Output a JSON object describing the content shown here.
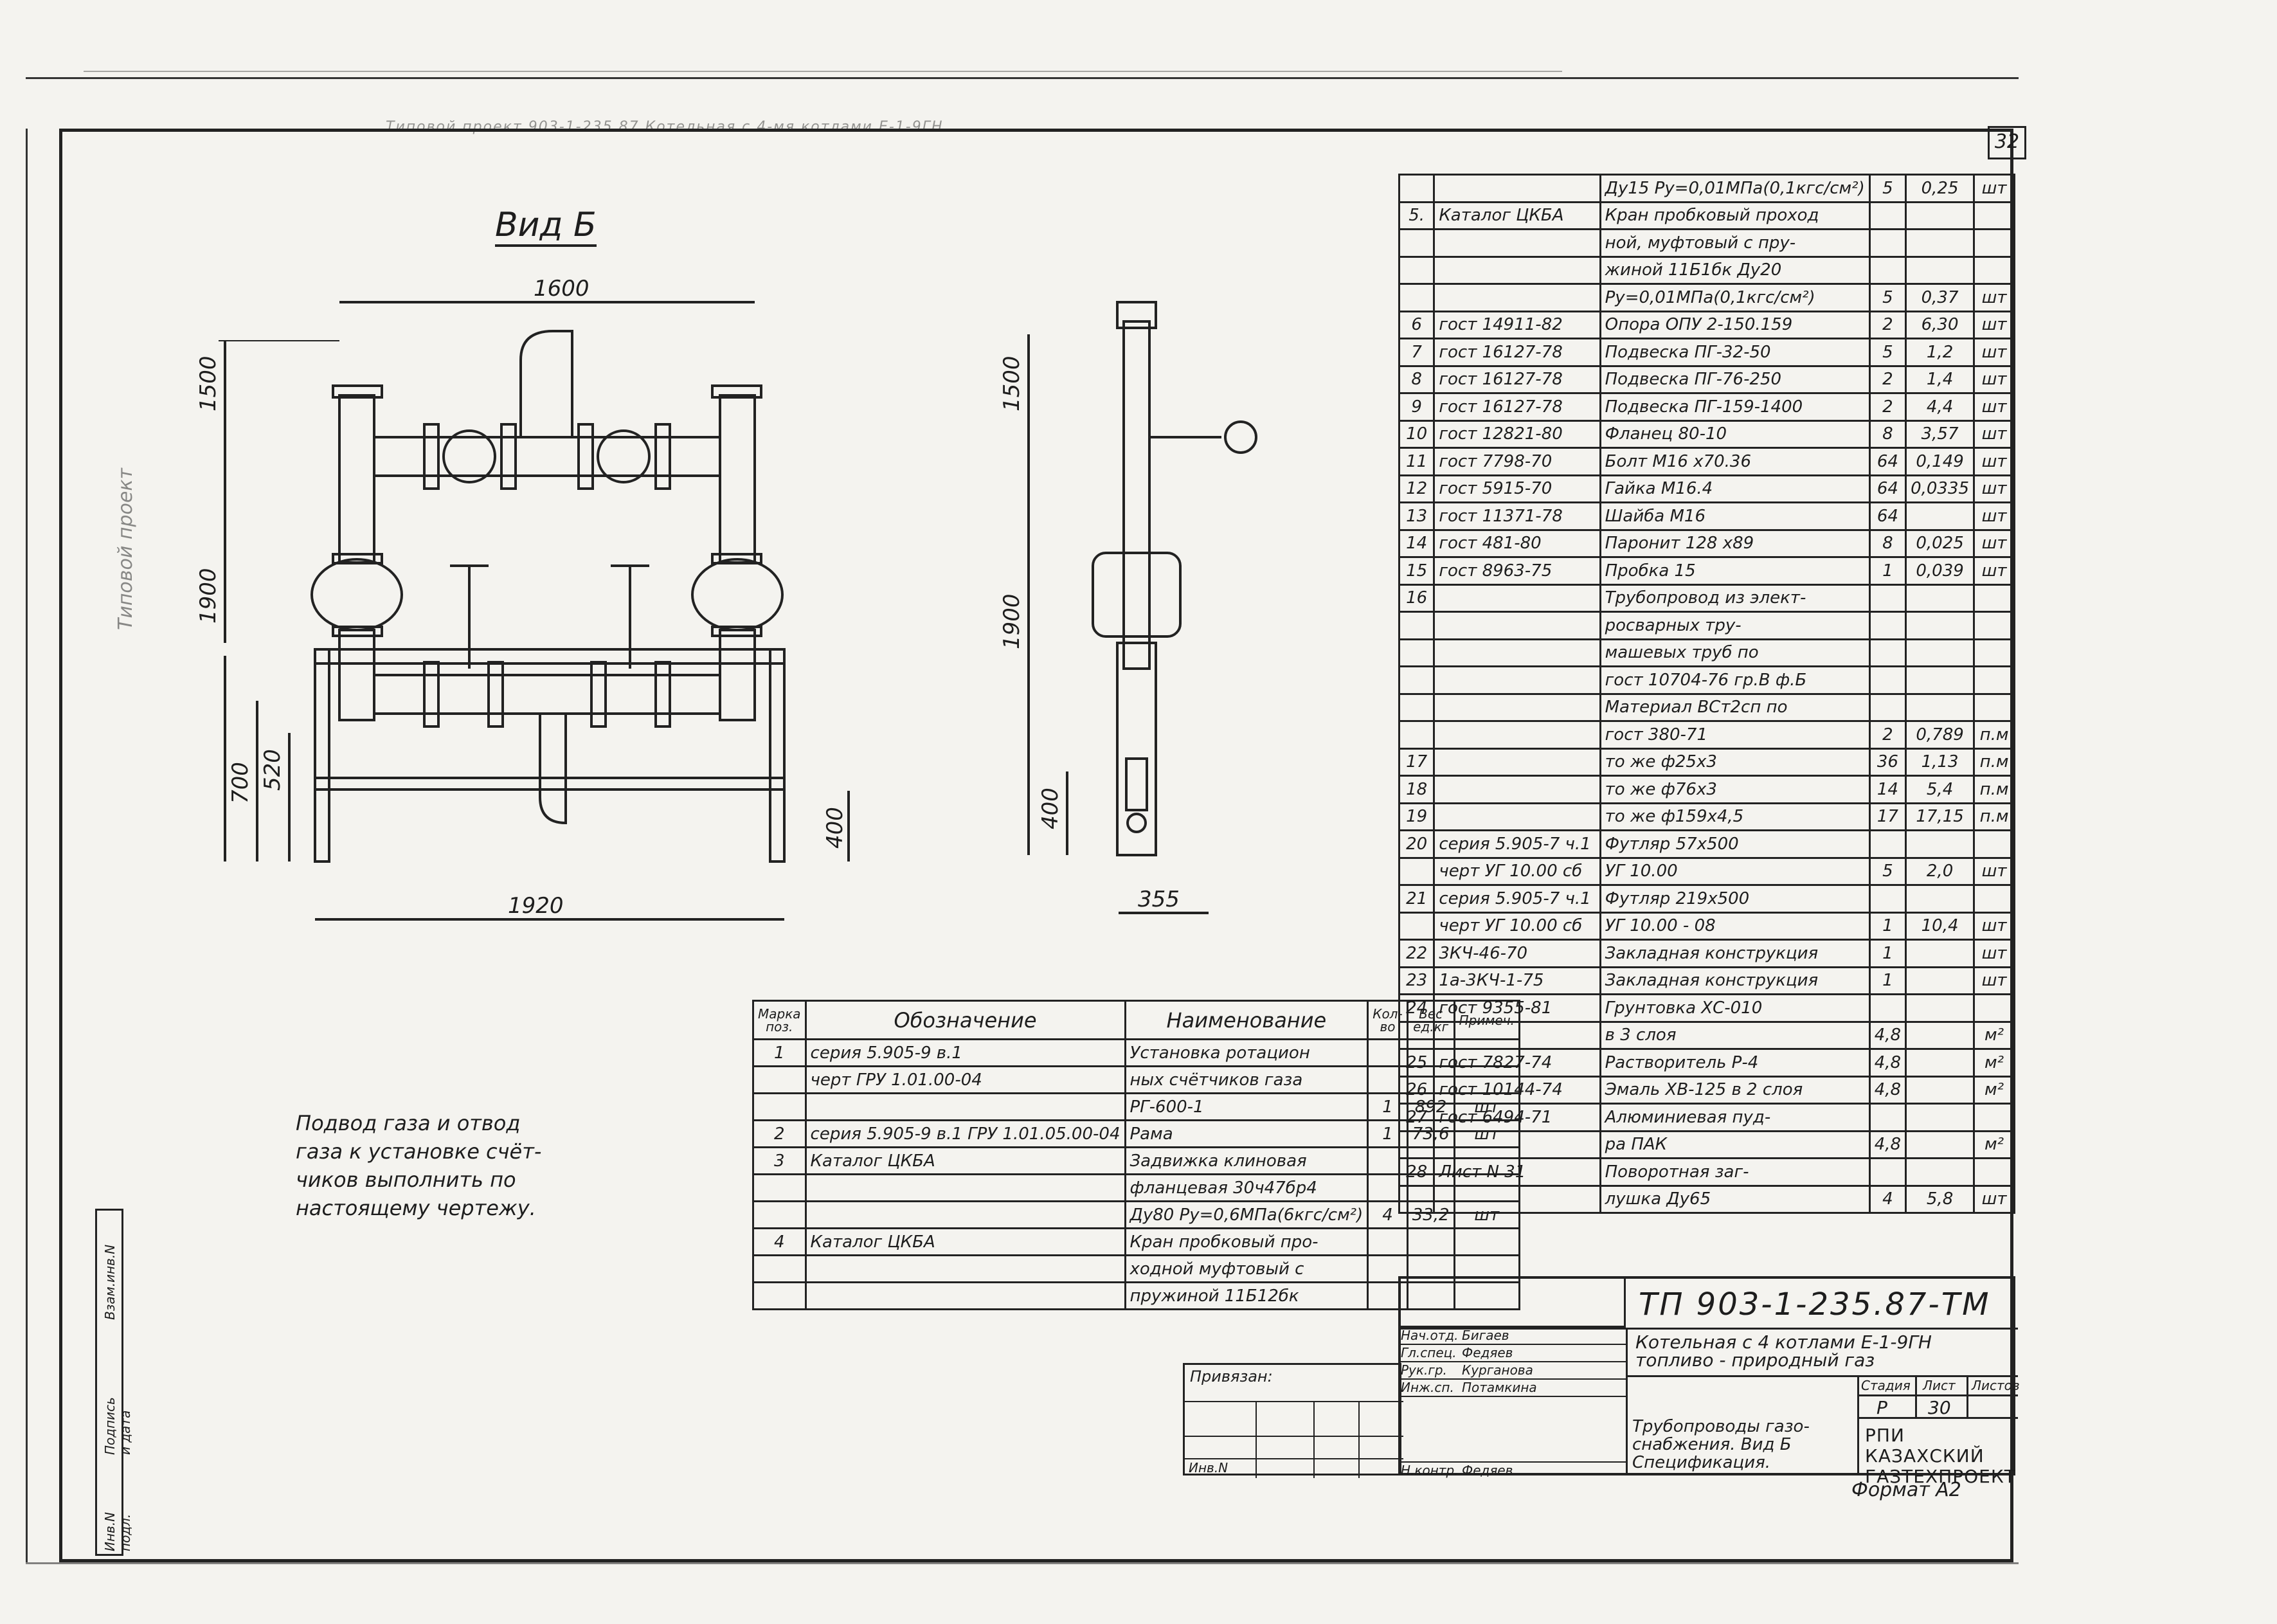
{
  "sheet_number": "32",
  "top_header": "Типовой проект 903-1-235.87 Котельная с 4-мя котлами Е-1-9ГН",
  "view_title": "Вид Б",
  "side_text": "Типовой проект",
  "dimensions": {
    "width_top": "1600",
    "height_upper": "1500",
    "height_main": "1900",
    "leg_700": "700",
    "leg_520": "520",
    "leg_400": "400",
    "width_bottom": "1920",
    "side_height_1500": "1500",
    "side_height_1900": "1900",
    "side_400": "400",
    "side_width": "355"
  },
  "note_text": [
    "Подвод газа и отвод",
    "газа к установке счёт-",
    "чиков выполнить по",
    "настоящему чертежу."
  ],
  "left_table": {
    "headers": [
      "Марка поз.",
      "Обозначение",
      "Наименование",
      "Кол-во",
      "Вес ед.кг",
      "Примеч."
    ],
    "rows": [
      [
        "1",
        "серия 5.905-9 в.1",
        "Установка ротацион",
        "",
        "",
        ""
      ],
      [
        "",
        "черт ГРУ 1.01.00-04",
        "ных счётчиков газа",
        "",
        "",
        ""
      ],
      [
        "",
        "",
        "РГ-600-1",
        "1",
        "892",
        "шт"
      ],
      [
        "2",
        "серия 5.905-9 в.1 ГРУ 1.01.05.00-04",
        "Рама",
        "1",
        "73,6",
        "шт"
      ],
      [
        "3",
        "Каталог ЦКБА",
        "Задвижка клиновая",
        "",
        "",
        ""
      ],
      [
        "",
        "",
        "фланцевая 30ч47бр4",
        "",
        "",
        ""
      ],
      [
        "",
        "",
        "Ду80 Ру=0,6МПа(6кгс/см²)",
        "4",
        "33,2",
        "шт"
      ],
      [
        "4",
        "Каталог ЦКБА",
        "Кран пробковый про-",
        "",
        "",
        ""
      ],
      [
        "",
        "",
        "ходной муфтовый с",
        "",
        "",
        ""
      ],
      [
        "",
        "",
        "пружиной 11Б12бк",
        "",
        "",
        ""
      ]
    ]
  },
  "right_table": {
    "rows": [
      [
        "",
        "",
        "Ду15 Ру=0,01МПа(0,1кгс/см²)",
        "5",
        "0,25",
        "шт"
      ],
      [
        "5.",
        "Каталог ЦКБА",
        "Кран пробковый проход",
        "",
        "",
        ""
      ],
      [
        "",
        "",
        "ной, муфтовый с пру-",
        "",
        "",
        ""
      ],
      [
        "",
        "",
        "жиной 11Б1бк Ду20",
        "",
        "",
        ""
      ],
      [
        "",
        "",
        "Ру=0,01МПа(0,1кгс/см²)",
        "5",
        "0,37",
        "шт"
      ],
      [
        "6",
        "гост 14911-82",
        "Опора ОПУ 2-150.159",
        "2",
        "6,30",
        "шт"
      ],
      [
        "7",
        "гост 16127-78",
        "Подвеска ПГ-32-50",
        "5",
        "1,2",
        "шт"
      ],
      [
        "8",
        "гост 16127-78",
        "Подвеска ПГ-76-250",
        "2",
        "1,4",
        "шт"
      ],
      [
        "9",
        "гост 16127-78",
        "Подвеска ПГ-159-1400",
        "2",
        "4,4",
        "шт"
      ],
      [
        "10",
        "гост 12821-80",
        "Фланец 80-10",
        "8",
        "3,57",
        "шт"
      ],
      [
        "11",
        "гост 7798-70",
        "Болт М16 х70.36",
        "64",
        "0,149",
        "шт"
      ],
      [
        "12",
        "гост 5915-70",
        "Гайка М16.4",
        "64",
        "0,0335",
        "шт"
      ],
      [
        "13",
        "гост 11371-78",
        "Шайба М16",
        "64",
        "",
        "шт"
      ],
      [
        "14",
        "гост 481-80",
        "Паронит 128 х89",
        "8",
        "0,025",
        "шт"
      ],
      [
        "15",
        "гост 8963-75",
        "Пробка 15",
        "1",
        "0,039",
        "шт"
      ],
      [
        "16",
        "",
        "Трубопровод из элект-",
        "",
        "",
        ""
      ],
      [
        "",
        "",
        "росварных тру-",
        "",
        "",
        ""
      ],
      [
        "",
        "",
        "машевых труб по",
        "",
        "",
        ""
      ],
      [
        "",
        "",
        "гост 10704-76 гр.В ф.Б",
        "",
        "",
        ""
      ],
      [
        "",
        "",
        "Материал ВСт2сп по",
        "",
        "",
        ""
      ],
      [
        "",
        "",
        "гост 380-71",
        "2",
        "0,789",
        "п.м"
      ],
      [
        "17",
        "",
        "то же ф25х3",
        "36",
        "1,13",
        "п.м"
      ],
      [
        "18",
        "",
        "то же ф76х3",
        "14",
        "5,4",
        "п.м"
      ],
      [
        "19",
        "",
        "то же ф159х4,5",
        "17",
        "17,15",
        "п.м"
      ],
      [
        "20",
        "серия 5.905-7 ч.1",
        "Футляр 57х500",
        "",
        "",
        ""
      ],
      [
        "",
        "черт УГ 10.00 сб",
        "УГ 10.00",
        "5",
        "2,0",
        "шт"
      ],
      [
        "21",
        "серия 5.905-7 ч.1",
        "Футляр 219х500",
        "",
        "",
        ""
      ],
      [
        "",
        "черт УГ 10.00 сб",
        "УГ 10.00 - 08",
        "1",
        "10,4",
        "шт"
      ],
      [
        "22",
        "3КЧ-46-70",
        "Закладная конструкция",
        "1",
        "",
        "шт"
      ],
      [
        "23",
        "1а-3КЧ-1-75",
        "Закладная конструкция",
        "1",
        "",
        "шт"
      ],
      [
        "24",
        "гост 9355-81",
        "Грунтовка ХС-010",
        "",
        "",
        ""
      ],
      [
        "",
        "",
        "в 3 слоя",
        "4,8",
        "",
        "м²"
      ],
      [
        "25",
        "гост 7827-74",
        "Растворитель Р-4",
        "4,8",
        "",
        "м²"
      ],
      [
        "26",
        "гост 10144-74",
        "Эмаль ХВ-125 в 2 слоя",
        "4,8",
        "",
        "м²"
      ],
      [
        "27",
        "гост 6494-71",
        "Алюминиевая пуд-",
        "",
        "",
        ""
      ],
      [
        "",
        "",
        "ра ПАК",
        "4,8",
        "",
        "м²"
      ],
      [
        "28",
        "Лист N 31",
        "Поворотная заг-",
        "",
        "",
        ""
      ],
      [
        "",
        "",
        "лушка Ду65",
        "4",
        "5,8",
        "шт"
      ]
    ]
  },
  "stamp": {
    "doc_code": "ТП 903-1-235.87-ТМ",
    "object_line1": "Котельная с 4 котлами Е-1-9ГН",
    "object_line2": "топливо - природный газ",
    "title_line1": "Трубопроводы газо-",
    "title_line2": "снабжения. Вид Б",
    "title_line3": "Спецификация.",
    "org_line1": "РПИ КАЗАХСКИЙ",
    "org_line2": "ГАЗТЕХПРОЕКТ",
    "format": "Формат А2",
    "stage_label": "Стадия",
    "sheet_label": "Лист",
    "sheets_label": "Листов",
    "stage": "Р",
    "sheet": "30",
    "binding_label": "Привязан:",
    "inv_label": "Инв.N",
    "signers": [
      [
        "Нач.отд.",
        "Бигаев"
      ],
      [
        "Гл.спец.",
        "Федяев"
      ],
      [
        "Рук.гр.",
        "Курганова"
      ],
      [
        "Инж.сп.",
        "Потамкина"
      ],
      [
        "Н.контр.",
        "Федяев"
      ]
    ],
    "left_strip": [
      "Инв.N подл.",
      "Подпись и дата",
      "Взам.инв.N"
    ]
  }
}
